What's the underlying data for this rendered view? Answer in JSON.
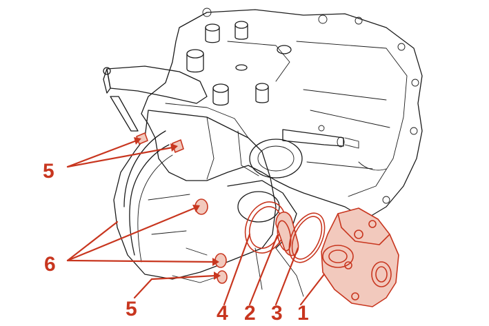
{
  "callouts": {
    "c1": "1",
    "c2": "2",
    "c3": "3",
    "c4": "4",
    "c5_upper": "5",
    "c5_lower": "5",
    "c6": "6"
  },
  "colors": {
    "highlight": "#c8361f",
    "highlight_fill": "#f2c9bd",
    "line_art": "#1a1a1a",
    "background": "#ffffff"
  }
}
